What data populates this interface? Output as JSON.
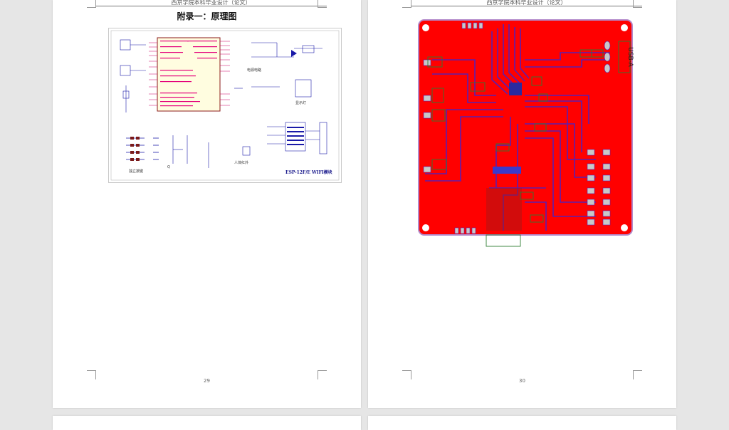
{
  "document": {
    "header_text": "西京学院本科毕业设计（论文）",
    "pages": [
      {
        "page_number": "29",
        "appendix_title": "附录一：原理图",
        "schematic_labels": {
          "block_power": "电源电路",
          "block_led": "显示灯",
          "block_key": "独立按键",
          "block_transistor": "Q",
          "block_sensor": "人体红外",
          "block_wifi": "ESP-12F/E WIFI模块"
        }
      },
      {
        "page_number": "30",
        "pcb_connector_label": "USB-A"
      }
    ]
  },
  "colors": {
    "pcb_copper": "#ff0000",
    "pcb_trace": "#5b1fb0",
    "pcb_silkscreen": "#2e7d32",
    "mcu_outline": "#8b1a1a",
    "mcu_fill": "#fffde0",
    "schematic_wire": "#1a1aa8",
    "schematic_net": "#cc0066"
  }
}
